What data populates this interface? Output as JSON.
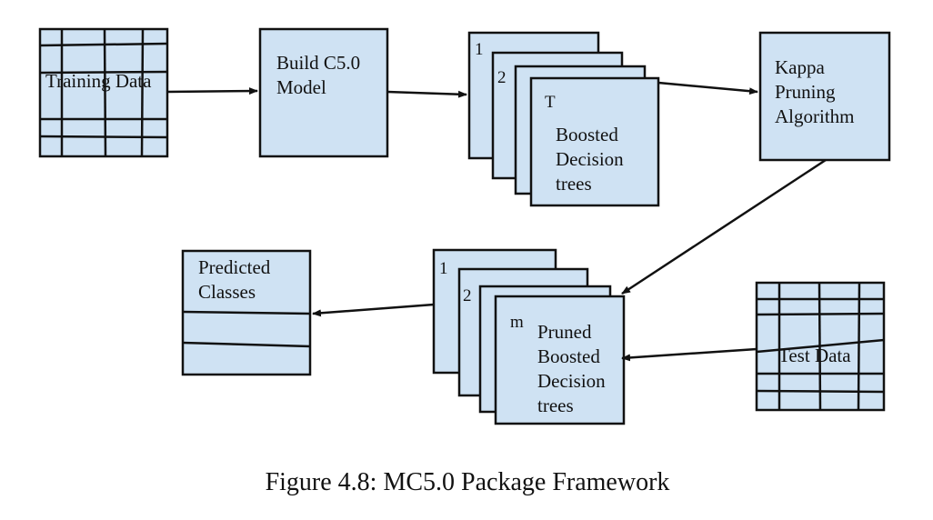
{
  "colors": {
    "box_fill": "#cfe2f3",
    "stroke": "#111111",
    "background": "#ffffff"
  },
  "nodes": {
    "training_data": "Training Data",
    "build_model": [
      "Build C5.0",
      "Model"
    ],
    "boosted_stack": {
      "back_labels": [
        "1",
        "2"
      ],
      "front_index": "T",
      "front_lines": [
        "Boosted",
        "Decision",
        "trees"
      ]
    },
    "kappa": [
      "Kappa",
      "Pruning",
      "Algorithm"
    ],
    "pruned_stack": {
      "back_labels": [
        "1",
        "2"
      ],
      "front_index": "m",
      "front_lines": [
        "Pruned",
        "Boosted",
        "Decision",
        "trees"
      ]
    },
    "predicted": [
      "Predicted",
      "Classes"
    ],
    "test_data": "Test Data"
  },
  "caption": "Figure 4.8: MC5.0 Package Framework"
}
